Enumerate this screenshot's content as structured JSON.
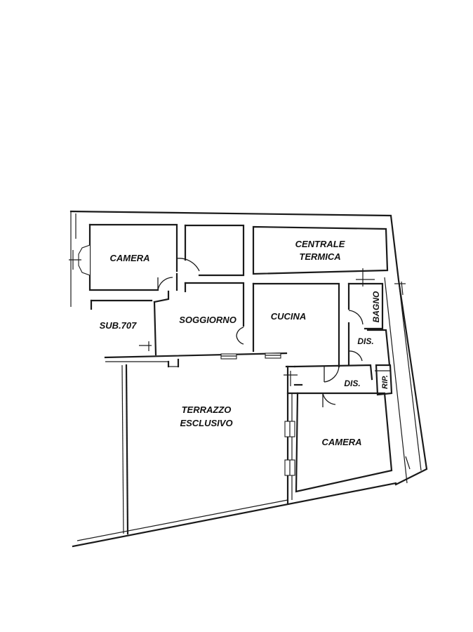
{
  "rooms": {
    "camera_top": "CAMERA",
    "centrale_line1": "CENTRALE",
    "centrale_line2": "TERMICA",
    "bagno": "BAGNO",
    "sub": "SUB.707",
    "soggiorno": "SOGGIORNO",
    "cucina": "CUCINA",
    "dis_upper": "DIS.",
    "dis_lower": "DIS.",
    "rip": "RIP.",
    "terrazzo_line1": "TERRAZZO",
    "terrazzo_line2": "ESCLUSIVO",
    "camera_bottom": "CAMERA"
  }
}
